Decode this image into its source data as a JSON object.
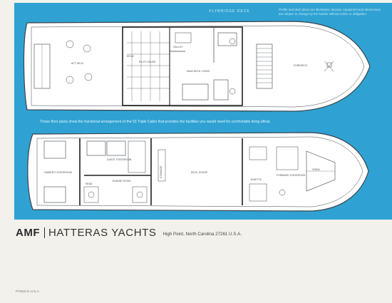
{
  "brochure": {
    "heading": "FLYBRIDGE DECK",
    "corner_note": "Profile and deck plans are illustrative; layouts, equipment and dimensions are subject to change by the builder without notice or obligation.",
    "caption": "These floor plans show the functional arrangement of the 53 Triple Cabin that provides the facilities you would need for comfortable living afloat.",
    "brand_logo": "AMF",
    "brand_name": "HATTERAS YACHTS",
    "address": "High Point, North Carolina 27261 U.S.A.",
    "printed": "Printed in U.S.A."
  },
  "upper_plan": {
    "labels": {
      "aft_deck": "AFT DECK",
      "pilot_house": "PILOT HOUSE",
      "main_deck_lounge": "MAIN DECK LIVING",
      "galley": "GALLEY",
      "helm": "HELM",
      "foredeck": "FOREDECK"
    }
  },
  "lower_plan": {
    "labels": {
      "owners_stateroom": "OWNER'S STATEROOM",
      "guest_stateroom": "GUEST STATEROOM",
      "engine_room": "ENGINE ROOM",
      "deck_house": "DECK HOUSE",
      "head": "HEAD",
      "stowage": "STOWAGE",
      "dinette": "DINETTE",
      "forward_stateroom": "FORWARD STATEROOM",
      "crew": "CREW"
    }
  },
  "colors": {
    "panel": "#2fa2d3",
    "drawing": "#ffffff",
    "line": "#3b434a",
    "page": "#f3f1ec"
  }
}
